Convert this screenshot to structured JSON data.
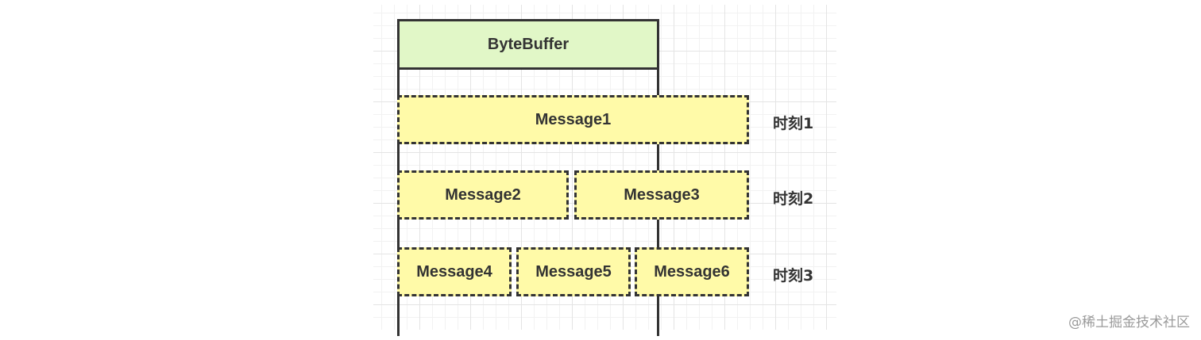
{
  "diagram": {
    "buffer_title": "ByteBuffer",
    "rows": [
      {
        "time_label": "时刻1",
        "messages": [
          "Message1"
        ]
      },
      {
        "time_label": "时刻2",
        "messages": [
          "Message2",
          "Message3"
        ]
      },
      {
        "time_label": "时刻3",
        "messages": [
          "Message4",
          "Message5",
          "Message6"
        ]
      }
    ],
    "colors": {
      "header_fill": "#e1f7c7",
      "message_fill": "#fffaa8",
      "stroke": "#333333"
    }
  },
  "watermark": "@稀土掘金技术社区"
}
